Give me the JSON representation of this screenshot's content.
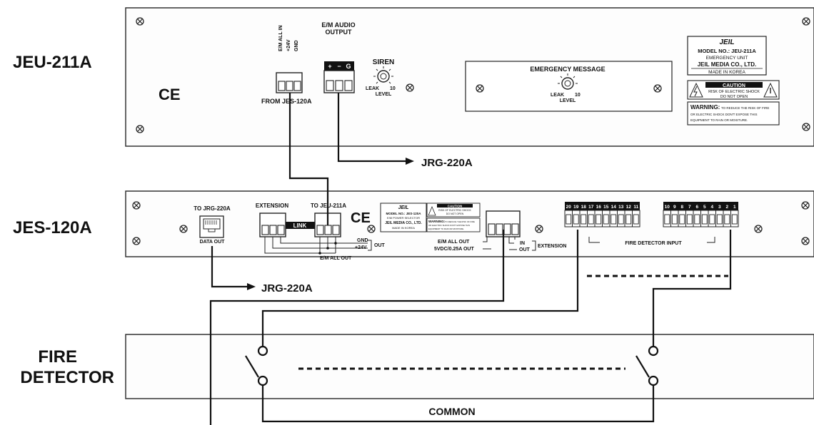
{
  "units": {
    "jeu": {
      "name": "JEU-211A",
      "ce": "CE",
      "terminal_labels": [
        "E/M ALL IN",
        "+24V",
        "GND"
      ],
      "from_label": "FROM JES-120A",
      "audio_title_1": "E/M AUDIO",
      "audio_title_2": "OUTPUT",
      "audio_signs": [
        "+",
        "−",
        "G"
      ],
      "siren": "SIREN",
      "leak": "LEAK",
      "ten": "10",
      "level": "LEVEL",
      "emergency_message": "EMERGENCY MESSAGE",
      "audio_to": "JRG-220A",
      "plate": {
        "brand": "JEIL",
        "model": "MODEL NO.: JEU-211A",
        "desc": "EMERGENCY UNIT",
        "company": "JEIL MEDIA CO., LTD.",
        "made": "MADE IN KOREA",
        "caution_title": "CAUTION",
        "caution_1": "RISK OF ELECTRIC SHOCK",
        "caution_2": "DO NOT OPEN",
        "warning_head": "WARNING:",
        "warning_1": "TO REDUCE THE RISK OF FIRE",
        "warning_2": "OR ELECTRIC SHOCK DON'T EXPOSE THIS",
        "warning_3": "EQUIPMENT TO RAIN OR MOISTURE."
      }
    },
    "jes": {
      "name": "JES-120A",
      "to_jrg": "TO JRG-220A",
      "data_out": "DATA OUT",
      "extension": "EXTENSION",
      "to_jeu": "TO JEU-211A",
      "link": "LINK",
      "gnd": "GND",
      "v24": "+24V",
      "out": "OUT",
      "em_all_out": "E/M ALL OUT",
      "ce": "CE",
      "plate": {
        "brand": "JEIL",
        "model": "MODEL NO.: JES-120A",
        "desc": "E/M POWER SELECTOR",
        "company": "JEIL MEDIA CO., LTD.",
        "made": "MADE IN KOREA",
        "caution_title": "CAUTION",
        "caution_1": "RISK OF ELECTRIC SHOCK",
        "caution_2": "DO NOT OPEN",
        "warning_head": "WARNING:",
        "warning_1": "TO REDUCE THE RISK OF FIRE",
        "warning_2": "OR ELECTRIC SHOCK DON'T EXPOSE THIS",
        "warning_3": "EQUIPMENT TO RAIN OR MOISTURE."
      },
      "em_all_out_2": "E/M ALL OUT",
      "vdc": "5VDC/0.25A OUT",
      "in": "IN",
      "out2": "OUT",
      "extension2": "EXTENSION",
      "fire_input": "FIRE DETECTOR INPUT",
      "terminals_a": [
        "20",
        "19",
        "18",
        "17",
        "16",
        "15",
        "14",
        "13",
        "12",
        "11"
      ],
      "terminals_b": [
        "10",
        "9",
        "8",
        "7",
        "6",
        "5",
        "4",
        "3",
        "2",
        "1"
      ],
      "data_to": "JRG-220A"
    },
    "detector": {
      "name_1": "FIRE",
      "name_2": "DETECTOR",
      "common": "COMMON"
    }
  }
}
